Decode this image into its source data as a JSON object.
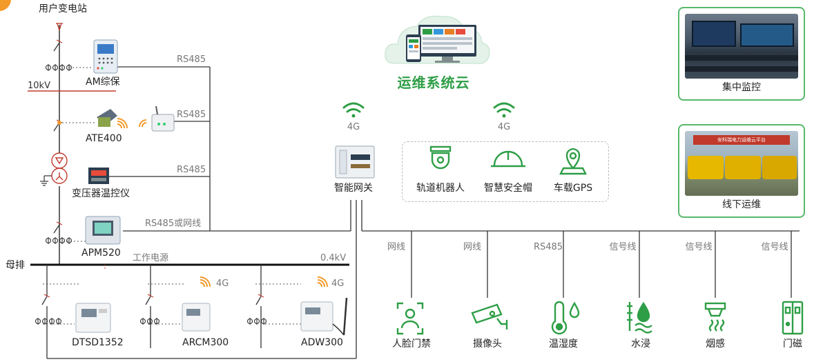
{
  "title": "用户变电站",
  "cloud": {
    "label": "运维系统云"
  },
  "left": {
    "voltage_10kv": "10kV",
    "bus_label": "母排",
    "work_power": "工作电源",
    "voltage_04kv": "0.4kV",
    "devices": {
      "am": "AM综保",
      "ate": "ATE400",
      "temp": "变压器温控仪",
      "apm": "APM520",
      "dtsd": "DTSD1352",
      "arcm": "ARCM300",
      "adw": "ADW300"
    },
    "links": {
      "rs485_1": "RS485",
      "rs485_2": "RS485",
      "rs485_3": "RS485",
      "rs485_net": "RS485或网线",
      "g4_arcm": "4G",
      "g4_adw": "4G"
    }
  },
  "gateway": {
    "label": "智能网关",
    "signal": "4G"
  },
  "iot": {
    "signal": "4G",
    "items": [
      {
        "label": "轨道机器人",
        "icon": "camera-robot-icon"
      },
      {
        "label": "智慧安全帽",
        "icon": "helmet-icon"
      },
      {
        "label": "车载GPS",
        "icon": "gps-icon"
      }
    ]
  },
  "photos": [
    {
      "caption": "集中监控"
    },
    {
      "caption": "线下运维"
    }
  ],
  "photo_banner": "安科瑞电力运维云平台",
  "sensors": [
    {
      "line": "网线",
      "label": "人脸门禁",
      "icon": "face-access-icon"
    },
    {
      "line": "网线",
      "label": "摄像头",
      "icon": "camera-icon"
    },
    {
      "line": "RS485",
      "label": "温湿度",
      "icon": "thermometer-icon"
    },
    {
      "line": "信号线",
      "label": "水浸",
      "icon": "water-icon"
    },
    {
      "line": "信号线",
      "label": "烟感",
      "icon": "smoke-icon"
    },
    {
      "line": "信号线",
      "label": "门磁",
      "icon": "door-sensor-icon"
    }
  ],
  "colors": {
    "green": "#2e9e46",
    "orange": "#f39a2b",
    "red": "#c0392b",
    "line": "#333333"
  }
}
